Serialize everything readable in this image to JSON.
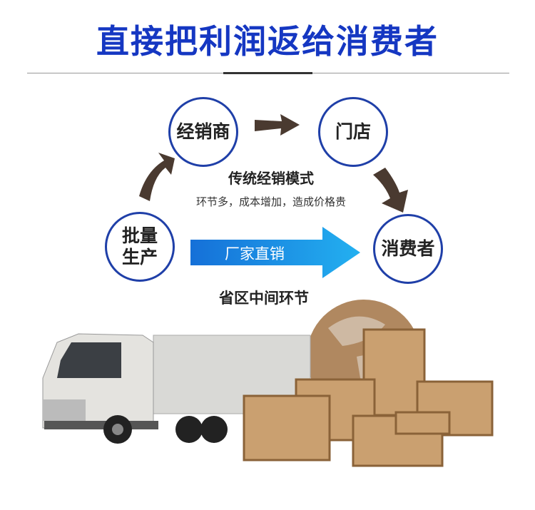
{
  "title": "直接把利润返给消费者",
  "nodes": {
    "producer_line1": "批量",
    "producer_line2": "生产",
    "distributor": "经销商",
    "store": "门店",
    "consumer": "消费者"
  },
  "traditional": {
    "title": "传统经销模式",
    "subtitle": "环节多，成本增加，造成价格贵"
  },
  "direct": {
    "label": "厂家直销",
    "note": "省区中间环节"
  },
  "colors": {
    "title": "#1537c2",
    "circle_border": "#1f3fa8",
    "arrow_brown": "#4a3a30",
    "arrow_blue": "#1a8fe6"
  }
}
